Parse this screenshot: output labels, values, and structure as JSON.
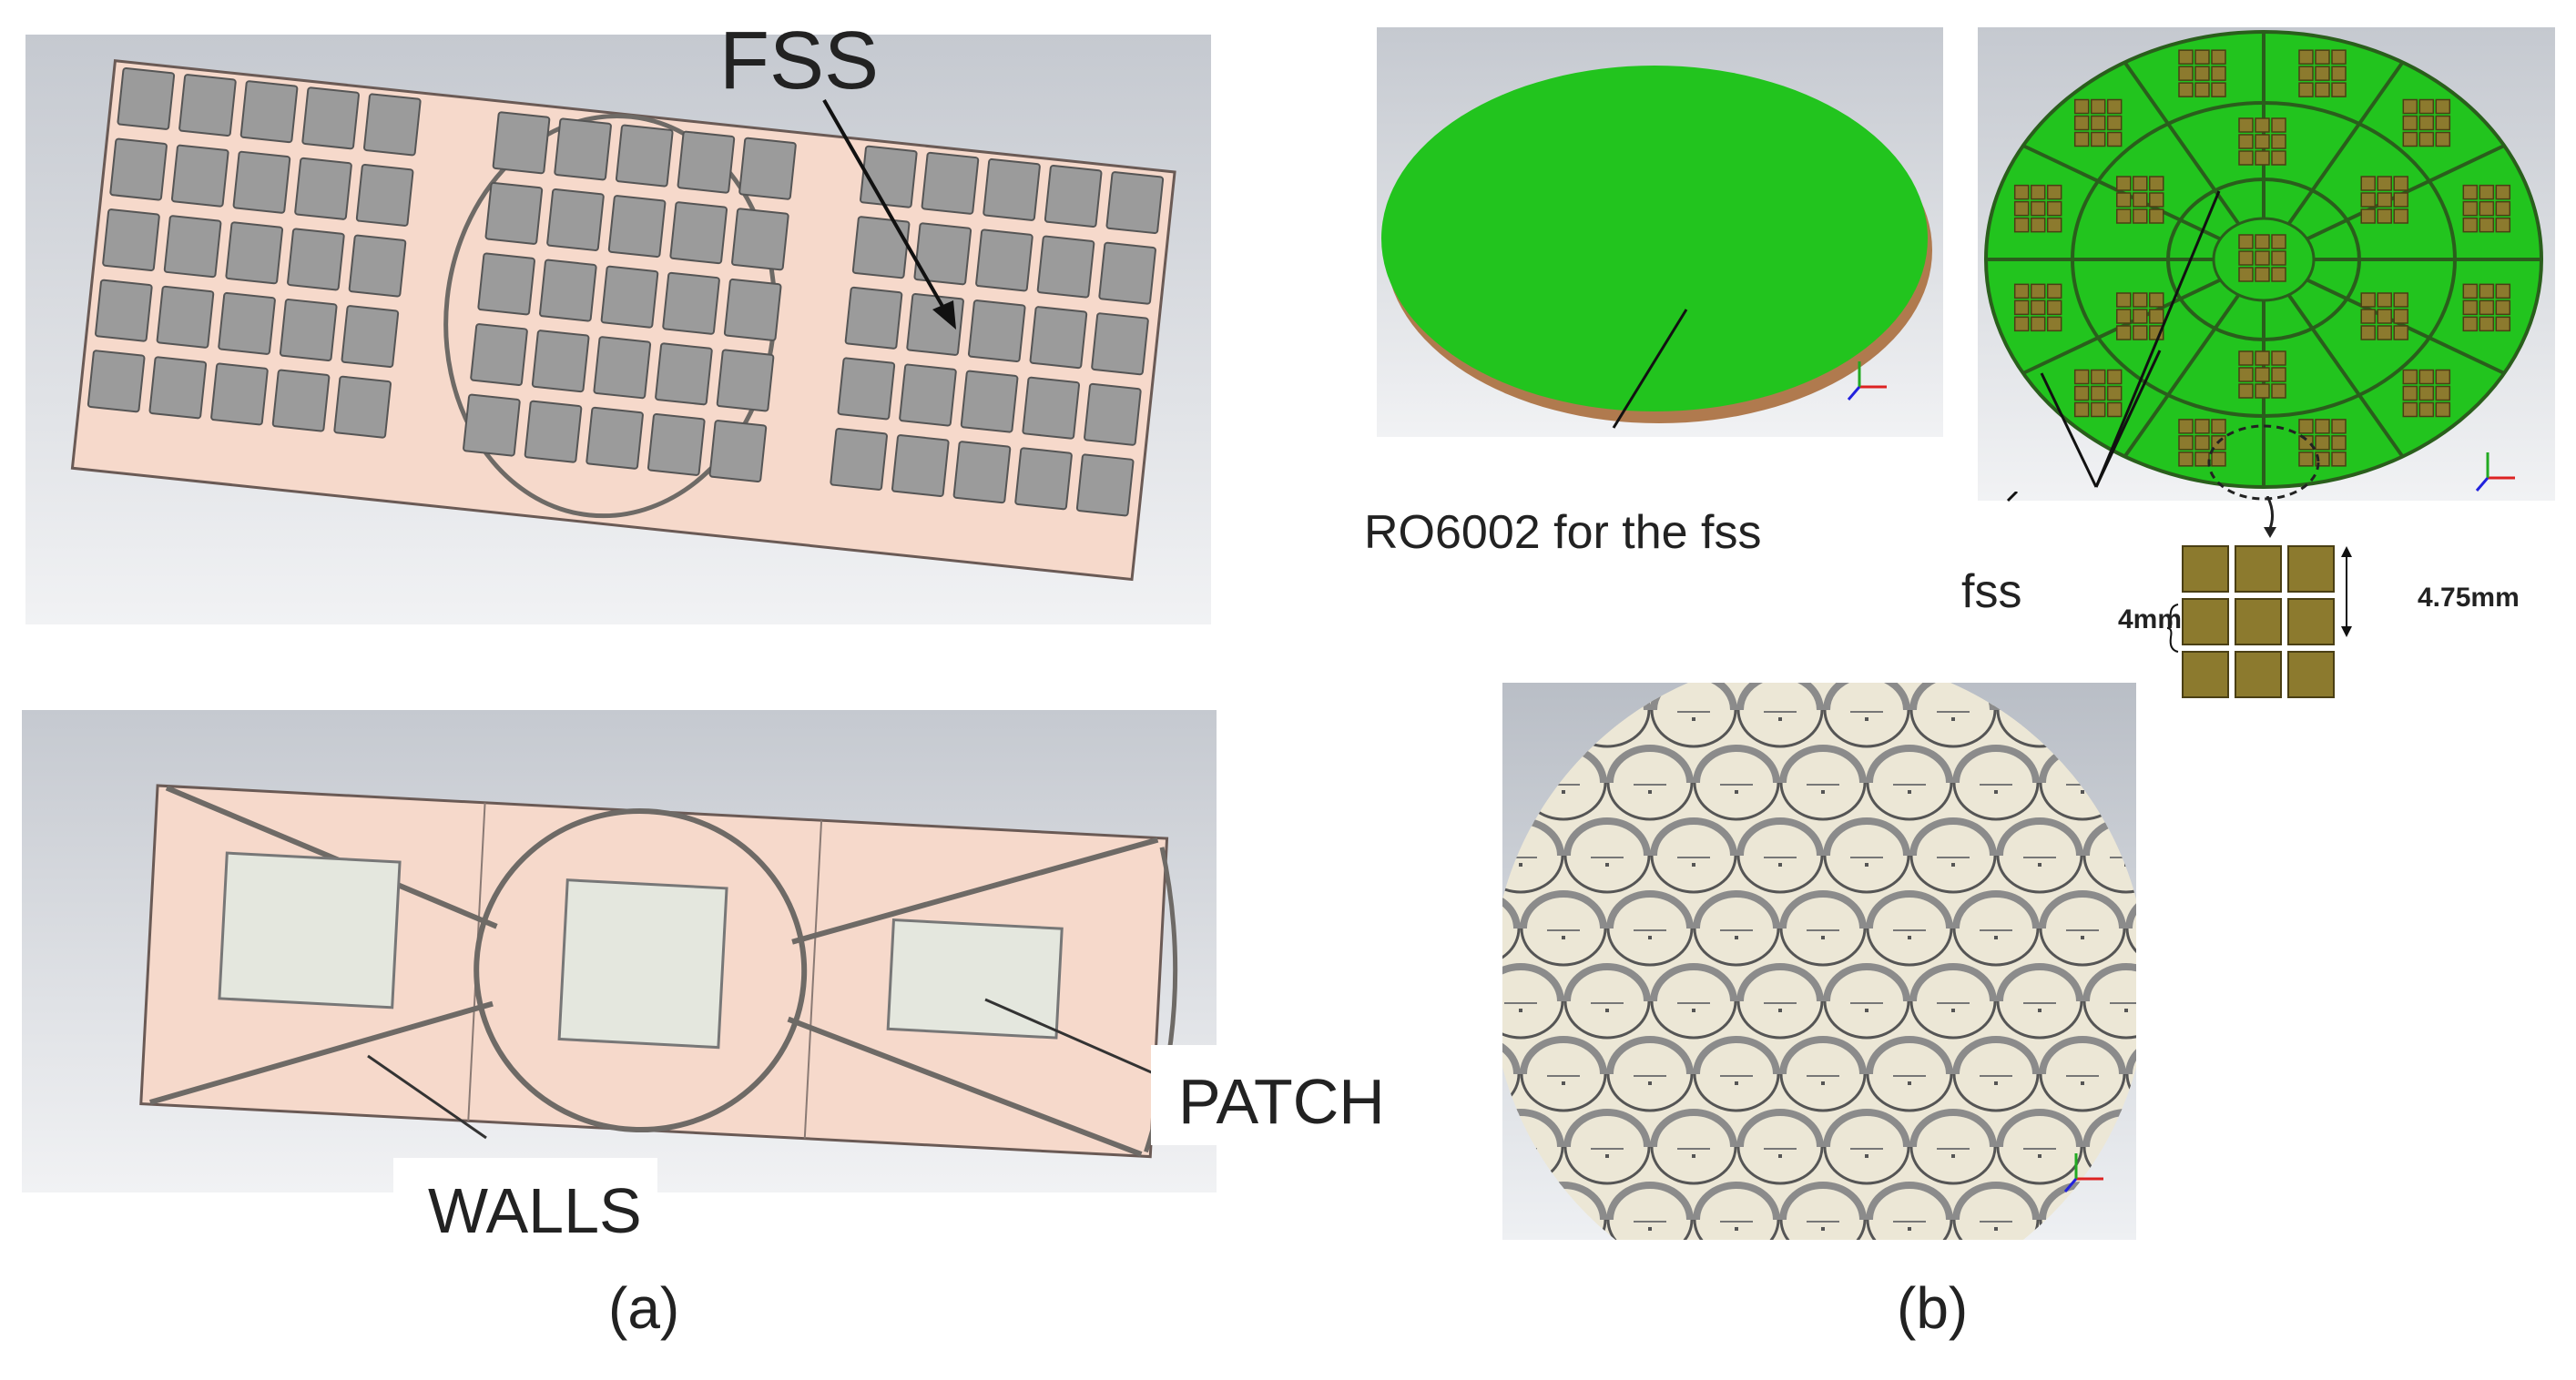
{
  "labels": {
    "fss_top": "FSS",
    "walls": "WALLS",
    "patch": "PATCH",
    "ro6002": "RO6002 for the fss",
    "fss_small": "fss",
    "dim_4mm": "4mm",
    "dim_475mm": "4.75mm"
  },
  "captions": {
    "a": "(a)",
    "b": "(b)"
  },
  "colors": {
    "substrate_pink": "#f6d9cb",
    "fss_gray": "#9b9b9b",
    "green": "#22c41e",
    "patch_brown": "#8c7a2e",
    "panel_bg_top": "#b9bec6",
    "panel_bg_bottom": "#eef0f3",
    "cap_beige": "#ece7d6"
  }
}
